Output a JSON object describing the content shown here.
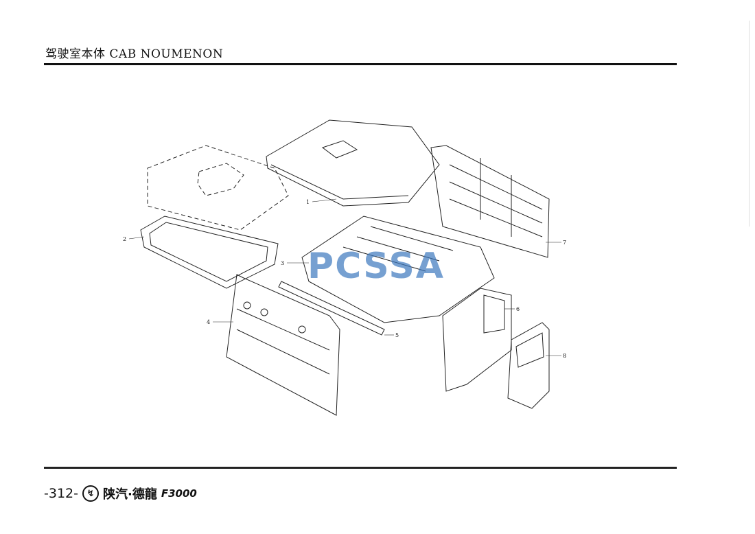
{
  "header": {
    "title": "驾驶室本体 CAB NOUMENON"
  },
  "diagram": {
    "callouts": [
      "1",
      "2",
      "3",
      "4",
      "5",
      "6",
      "7",
      "8"
    ],
    "watermark": "PCSSA"
  },
  "footer": {
    "page_number": "-312-",
    "brand": "陕汽·德龍",
    "model": "F3000",
    "logo_icon": "shaanxi-logo"
  }
}
